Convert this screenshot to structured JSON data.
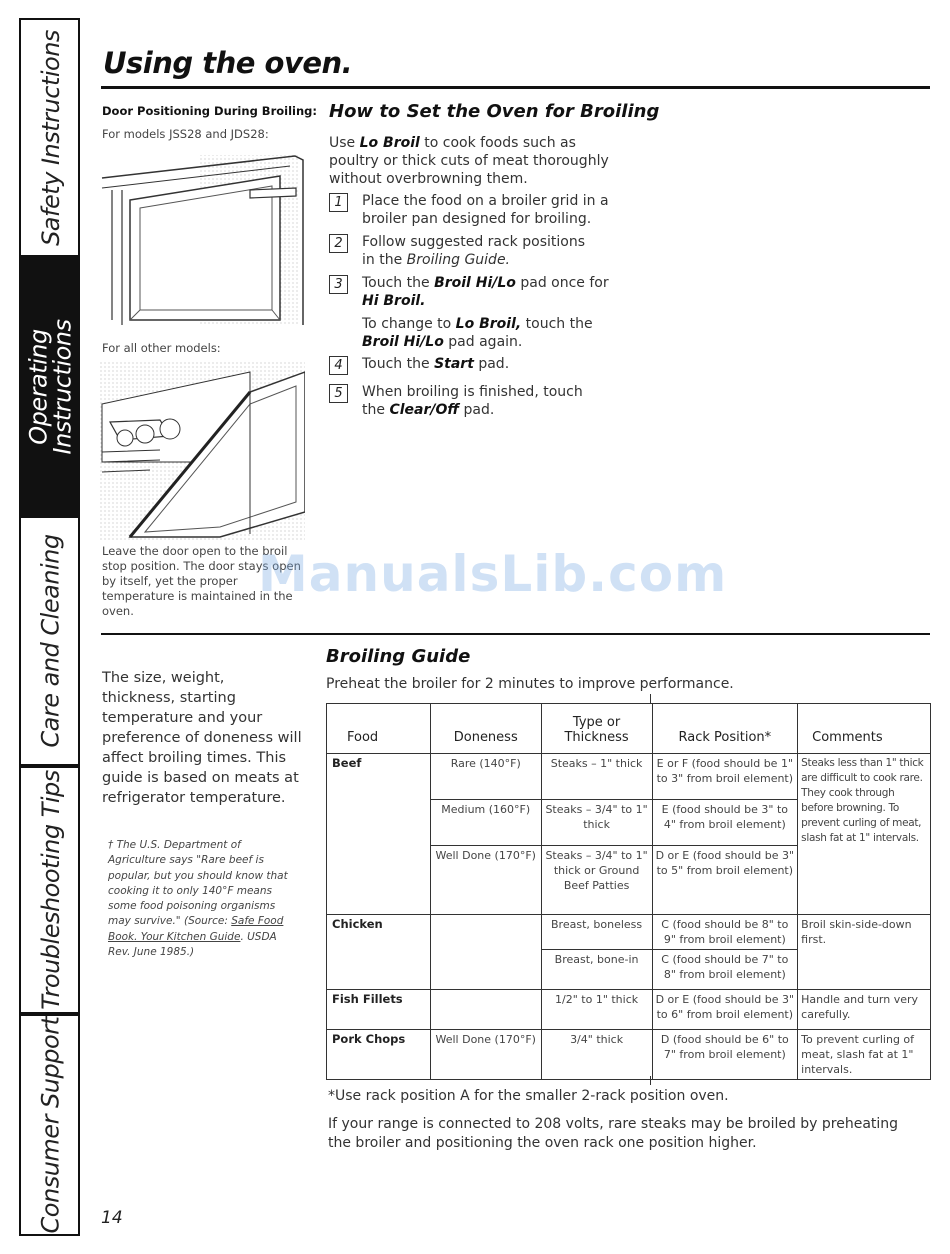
{
  "tabs": [
    {
      "label_lines": [
        "Safety Instructions"
      ],
      "active": false
    },
    {
      "label_lines": [
        "Operating",
        "Instructions"
      ],
      "active": true
    },
    {
      "label_lines": [
        "Care and Cleaning"
      ],
      "active": false
    },
    {
      "label_lines": [
        "Troubleshooting Tips"
      ],
      "active": false
    },
    {
      "label_lines": [
        "Consumer Support"
      ],
      "active": false
    }
  ],
  "header": {
    "title": "Using the oven."
  },
  "door": {
    "heading": "Door Positioning During Broiling:",
    "models1": "For models JSS28 and JDS28:",
    "models2": "For all other models:",
    "caption": "Leave the door open to the broil stop position. The door stays open by itself, yet the proper temperature is maintained in the oven."
  },
  "broil_set": {
    "heading": "How to Set the Oven for Broiling",
    "intro_pre": "Use ",
    "intro_em": "Lo Broil",
    "intro_post": " to cook foods such as poultry or thick cuts of meat thoroughly without overbrowning them.",
    "steps": [
      {
        "num": "1",
        "text": "Place the food on a broiler grid in a broiler pan designed for broiling."
      },
      {
        "num": "2",
        "pre": "Follow suggested rack positions in the ",
        "em": "Broiling Guide."
      },
      {
        "num": "3",
        "pre": "Touch the ",
        "em1": "Broil Hi/Lo",
        "mid": " pad once for ",
        "em2": "Hi Broil.",
        "sub_pre": "To change to ",
        "sub_em1": "Lo Broil,",
        "sub_mid": " touch the ",
        "sub_em2": "Broil Hi/Lo",
        "sub_post": " pad again."
      },
      {
        "num": "4",
        "pre": "Touch the ",
        "em": "Start",
        "post": " pad."
      },
      {
        "num": "5",
        "pre": "When broiling is finished, touch the ",
        "em": "Clear/Off",
        "post": " pad."
      }
    ]
  },
  "guide": {
    "heading": "Broiling Guide",
    "preheat": "Preheat the broiler for 2 minutes to improve performance.",
    "left_text": "The size, weight, thickness, starting temperature and your preference of doneness will affect broiling times. This guide is based on meats at refrigerator temperature.",
    "footnote_pre": "† The U.S. Department of Agriculture says \"Rare beef is popular, but you should know that cooking it to only 140°F means some food poisoning organisms may survive.\" (Source: ",
    "footnote_link": "Safe Food Book. Your Kitchen Guide",
    "footnote_post": ". USDA Rev. June 1985.)",
    "table": {
      "headers": [
        "Food",
        "Doneness",
        "Type or Thickness",
        "Rack Position*",
        "Comments"
      ],
      "rows": [
        {
          "food": "Beef",
          "doneness": "Rare (140°F)",
          "thickness": "Steaks – 1\" thick",
          "rack": "E or F (food should be 1\" to 3\" from broil element)",
          "comments": "Steaks less than 1\" thick are difficult to cook rare. They cook through before browning. To prevent curling of meat, slash fat at 1\" intervals."
        },
        {
          "doneness": "Medium (160°F)",
          "thickness": "Steaks – 3/4\" to 1\" thick",
          "rack": "E (food should be 3\" to 4\" from broil element)"
        },
        {
          "doneness": "Well Done (170°F)",
          "thickness": "Steaks – 3/4\" to 1\" thick or Ground Beef Patties",
          "rack": "D or E (food should be 3\" to 5\" from broil element)"
        },
        {
          "food": "Chicken",
          "doneness": "",
          "thickness": "Breast, boneless",
          "rack": "C (food should be 8\" to 9\" from broil element)",
          "comments": "Broil skin-side-down first."
        },
        {
          "thickness": "Breast, bone-in",
          "rack": "C (food should be 7\" to 8\" from broil element)"
        },
        {
          "food": "Fish Fillets",
          "doneness": "",
          "thickness": "1/2\" to 1\" thick",
          "rack": "D or E (food should be 3\" to 6\" from broil element)",
          "comments": "Handle and turn very carefully."
        },
        {
          "food": "Pork Chops",
          "doneness": "Well Done (170°F)",
          "thickness": "3/4\" thick",
          "rack": "D (food should be 6\" to 7\" from broil element)",
          "comments": "To prevent curling of meat, slash fat at 1\" intervals."
        }
      ]
    },
    "note1": "*Use rack position A for the smaller 2-rack position oven.",
    "note2": "If your range is connected to 208 volts, rare steaks may be broiled by preheating the broiler and positioning the oven rack one position higher."
  },
  "page_number": "14",
  "watermark": "ManualsLib.com"
}
